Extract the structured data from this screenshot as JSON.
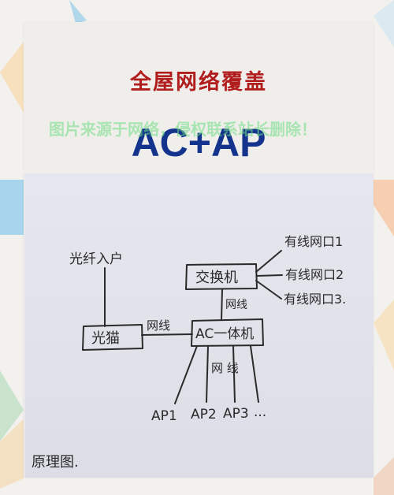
{
  "header": {
    "title": "全屋网络覆盖",
    "subtitle": "AC+AP",
    "watermark": "图片来源于网络，侵权联系站长删除！"
  },
  "diagram": {
    "nodes": {
      "fiber_in": "光纤入户",
      "modem": "光猫",
      "switch": "交换机",
      "ac_unit": "AC一体机"
    },
    "edges": {
      "modem_to_ac": "网线",
      "ac_to_switch": "网线",
      "ac_to_aps": "网 线"
    },
    "switch_ports": [
      "有线网口1",
      "有线网口2",
      "有线网口3."
    ],
    "access_points": [
      "AP1",
      "AP2",
      "AP3",
      "..."
    ],
    "caption": "原理图."
  },
  "colors": {
    "title_red": "#b11d1d",
    "subtitle_blue": "#14338c",
    "watermark_green": "#6edc82",
    "ink": "#2a2a2a"
  }
}
